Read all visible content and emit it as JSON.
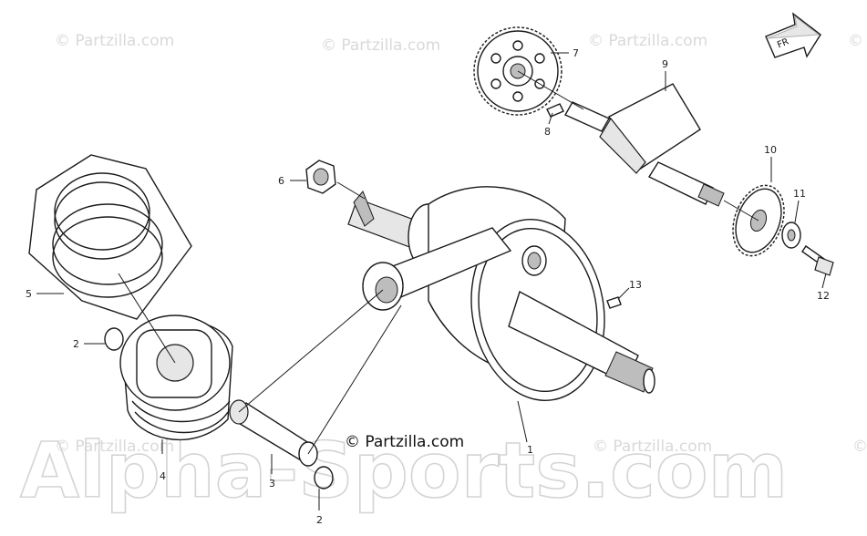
{
  "watermarks": {
    "small": [
      "© Partzilla.com",
      "© Partzilla.com",
      "© Partzilla.com",
      "© Partzilla.com",
      "© Partzilla.com",
      "© Partzilla.com",
      "© Partzilla.com"
    ],
    "big": "Alpha-Sports.com",
    "center": "© Partzilla.com"
  },
  "fr_arrow": "FR",
  "callouts": [
    {
      "id": "1",
      "label": "1"
    },
    {
      "id": "2a",
      "label": "2"
    },
    {
      "id": "2b",
      "label": "2"
    },
    {
      "id": "3",
      "label": "3"
    },
    {
      "id": "4",
      "label": "4"
    },
    {
      "id": "5",
      "label": "5"
    },
    {
      "id": "6",
      "label": "6"
    },
    {
      "id": "7",
      "label": "7"
    },
    {
      "id": "8",
      "label": "8"
    },
    {
      "id": "9",
      "label": "9"
    },
    {
      "id": "10",
      "label": "10"
    },
    {
      "id": "11",
      "label": "11"
    },
    {
      "id": "12",
      "label": "12"
    },
    {
      "id": "13",
      "label": "13"
    }
  ]
}
